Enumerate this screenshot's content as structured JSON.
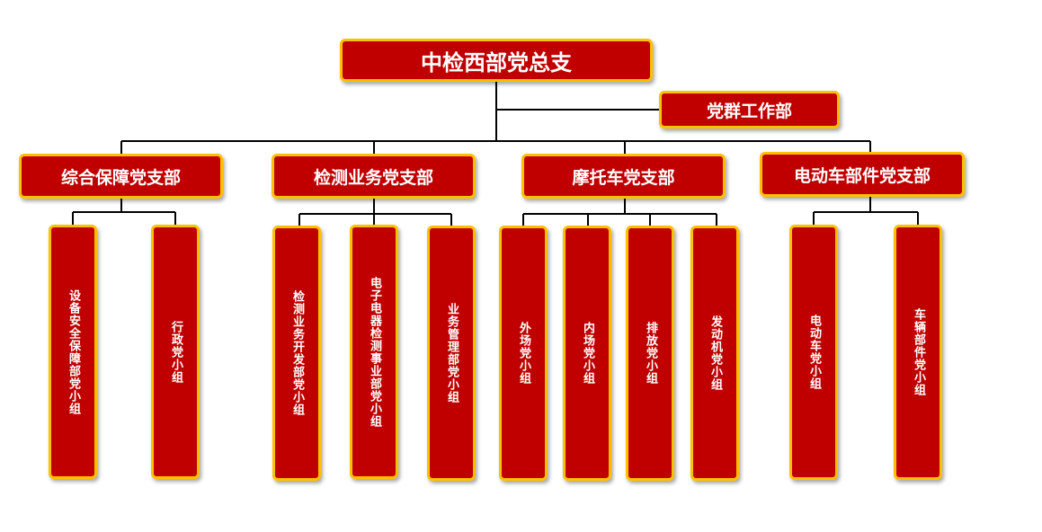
{
  "colors": {
    "box_fill": "#c00000",
    "box_border": "#ffc000",
    "text": "#ffffff",
    "connector": "#000000"
  },
  "root": {
    "label": "中检西部党总支"
  },
  "aux": {
    "label": "党群工作部"
  },
  "branches": [
    {
      "label": "综合保障党支部",
      "groups": [
        "设备安全保障部党小组",
        "行政党小组"
      ]
    },
    {
      "label": "检测业务党支部",
      "groups": [
        "检测业务开发部党小组",
        "电子电器检测事业部党小组",
        "业务管理部党小组"
      ]
    },
    {
      "label": "摩托车党支部",
      "groups": [
        "外场党小组",
        "内场党小组",
        "排放党小组",
        "发动机党小组"
      ]
    },
    {
      "label": "电动车部件党支部",
      "groups": [
        "电动车党小组",
        "车辆部件党小组"
      ]
    }
  ]
}
